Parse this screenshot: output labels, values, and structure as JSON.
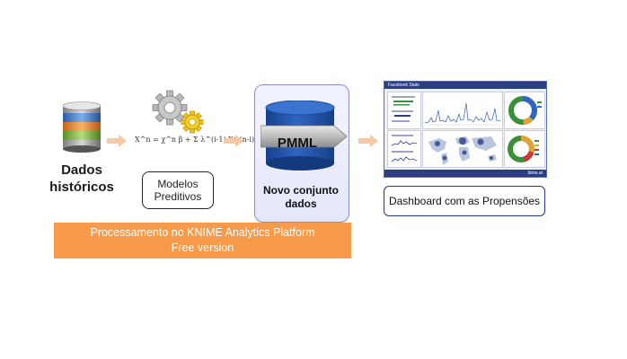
{
  "stages": {
    "historical": {
      "label_line1": "Dados",
      "label_line2": "históricos"
    },
    "models": {
      "label_line1": "Modelos",
      "label_line2": "Preditivos",
      "formula": "X^n = χ^n β + Σ λ^(i-1) X^(n-i) +"
    },
    "pmml": {
      "badge": "PMML",
      "caption_line1": "Novo conjunto",
      "caption_line2": "dados"
    },
    "dashboard": {
      "caption": "Dashboard com as Propensões",
      "header_title": "Facebook Stats",
      "brand": "bime.at"
    }
  },
  "platform_band": {
    "line1": "Processamento no KNIME Analytics Platform",
    "line2": "Free version"
  },
  "colors": {
    "arrow": "#f6c9a6",
    "band": "#f79a4a",
    "pmml_border": "#8a8fd0",
    "cylinder": "#1e4fa3",
    "dashboard_header": "#2c3e82"
  }
}
